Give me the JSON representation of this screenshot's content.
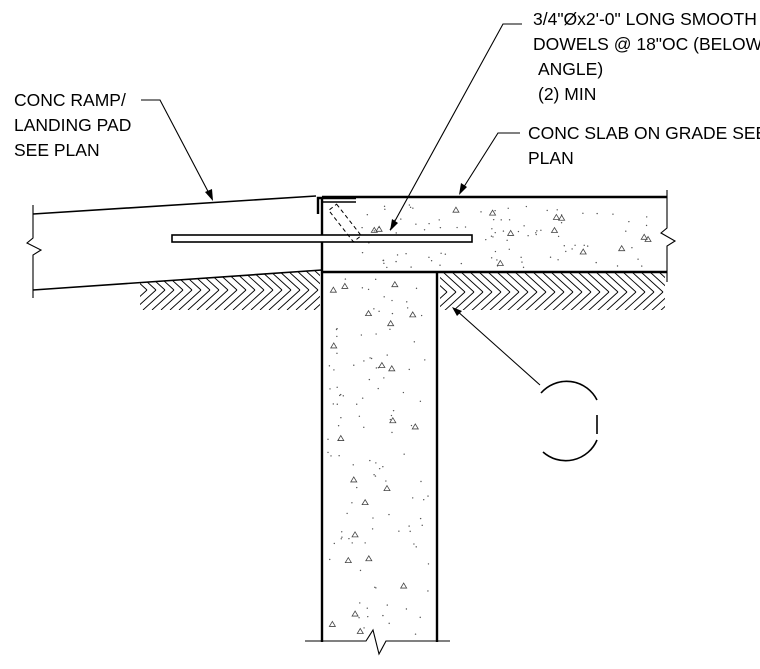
{
  "notes": {
    "dowel": [
      "3/4\"Øx2'-0\" LONG SMOOTH",
      "DOWELS @ 18\"OC (BELOW",
      "ANGLE)",
      "(2) MIN"
    ],
    "ramp": [
      "CONC RAMP/",
      "LANDING PAD",
      "SEE PLAN"
    ],
    "slab": [
      "CONC SLAB ON GRADE SEE",
      "PLAN"
    ]
  }
}
